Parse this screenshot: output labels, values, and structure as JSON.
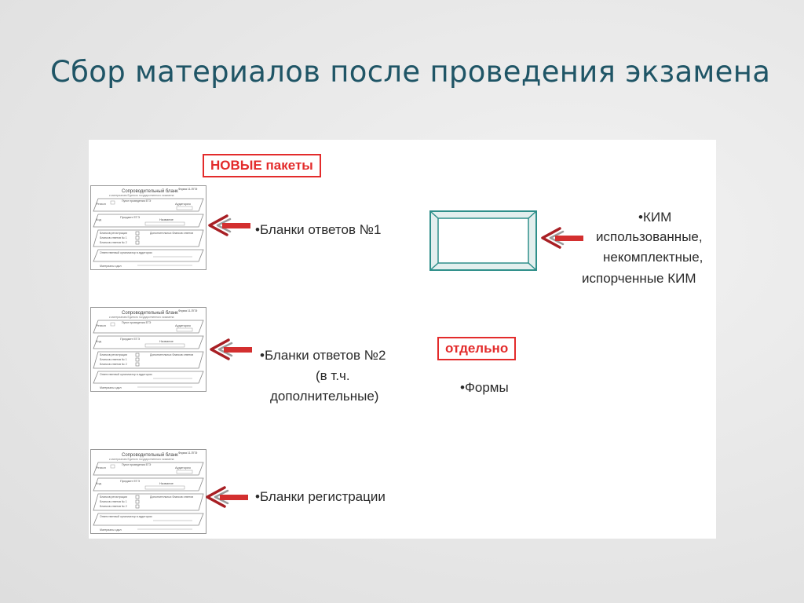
{
  "slide": {
    "title": "Сбор материалов после проведения экзамена"
  },
  "tags": {
    "new_packets": "НОВЫЕ пакеты",
    "separately": "отдельно"
  },
  "items": {
    "answers_1": "•Бланки ответов №1",
    "answers_2_line1": "•Бланки ответов №2",
    "answers_2_line2": "(в т.ч.",
    "answers_2_line3": "дополнительные)",
    "registration": "•Бланки регистрации",
    "kim_line1": "•КИМ",
    "kim_line2": "использованные,",
    "kim_line3": "некомплектные,",
    "kim_line4": "испорченные КИМ",
    "forms": "•Формы"
  },
  "form_thumbnail": {
    "heading": "Сопроводительный бланк",
    "subheading": "к материалам Единого государственного экзамена",
    "form_code": "Форма 11-ППЭ",
    "region": "Регион",
    "ppe_code": "Пункт проведения ЕГЭ",
    "auditorium": "Аудитория",
    "subject": "Предмет ЕГЭ",
    "subject_code": "Код",
    "name": "Название",
    "reg_forms": "Бланков регистрации",
    "answers1": "Бланков ответов № 1",
    "answers2": "Бланков ответов № 2",
    "extra_answers": "Дополнительных бланков ответов",
    "organizer": "Ответственный организатор в аудитории",
    "received": "Материалы сдал"
  },
  "colors": {
    "title": "#1f5566",
    "accent_red": "#e32b2b",
    "arrow_dark_red": "#a81f24",
    "envelope_teal": "#2f8f8a"
  }
}
